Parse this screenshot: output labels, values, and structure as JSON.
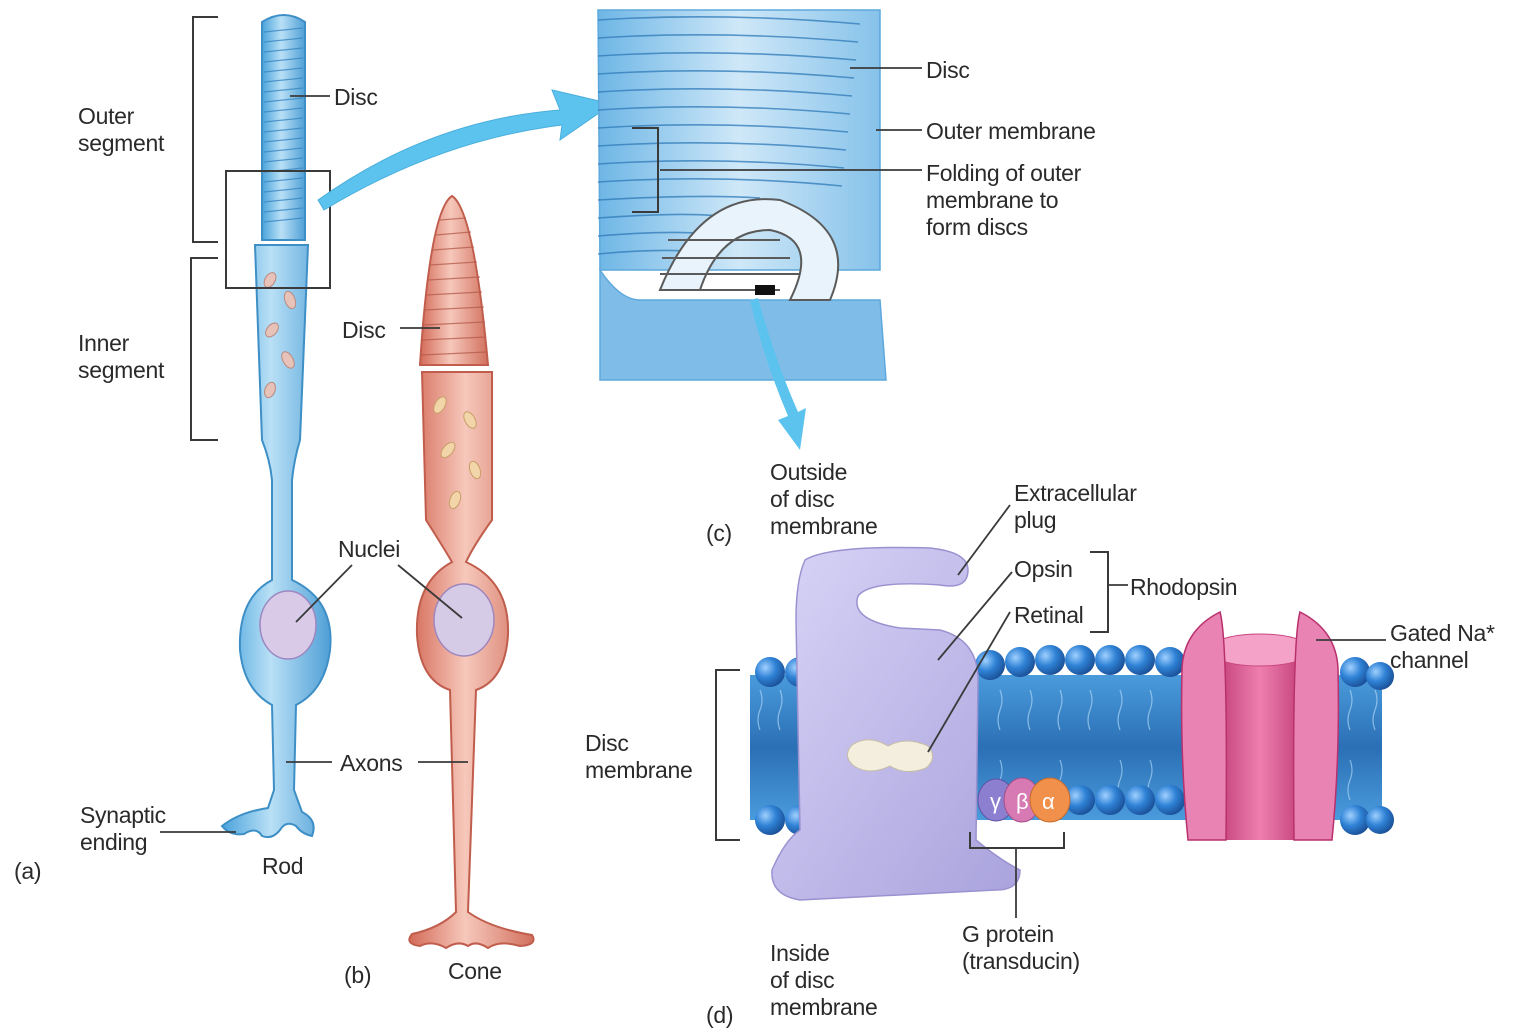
{
  "figure": {
    "rod_labels": {
      "outer_segment": "Outer\nsegment",
      "inner_segment": "Inner\nsegment",
      "disc": "Disc",
      "synaptic_ending": "Synaptic\nending",
      "rod": "Rod"
    },
    "cone_labels": {
      "disc": "Disc",
      "nuclei": "Nuclei",
      "axons": "Axons",
      "cone": "Cone"
    },
    "detail_labels": {
      "disc": "Disc",
      "outer_membrane": "Outer membrane",
      "folding": "Folding of outer\nmembrane to\nform discs",
      "outside_disc": "Outside\nof disc\nmembrane"
    },
    "membrane_labels": {
      "extracellular_plug": "Extracellular\nplug",
      "opsin": "Opsin",
      "retinal": "Retinal",
      "rhodopsin": "Rhodopsin",
      "gated_channel": "Gated Na*\nchannel",
      "disc_membrane": "Disc\nmembrane",
      "g_protein": "G protein\n(transducin)",
      "inside_disc": "Inside\nof disc\nmembrane",
      "gamma": "γ",
      "beta": "β",
      "alpha": "α"
    },
    "panel_letters": {
      "a": "(a)",
      "b": "(b)",
      "c": "(c)",
      "d": "(d)"
    }
  },
  "colors": {
    "rod_fill": "#8cc8ec",
    "rod_stroke": "#3d8fc6",
    "cone_fill": "#e9a090",
    "cone_stroke": "#c15d4c",
    "opsin": "#c5c0ea",
    "lipid_head": "#2e7fd1",
    "channel": "#d8558c",
    "arrow": "#5cc3ee"
  }
}
